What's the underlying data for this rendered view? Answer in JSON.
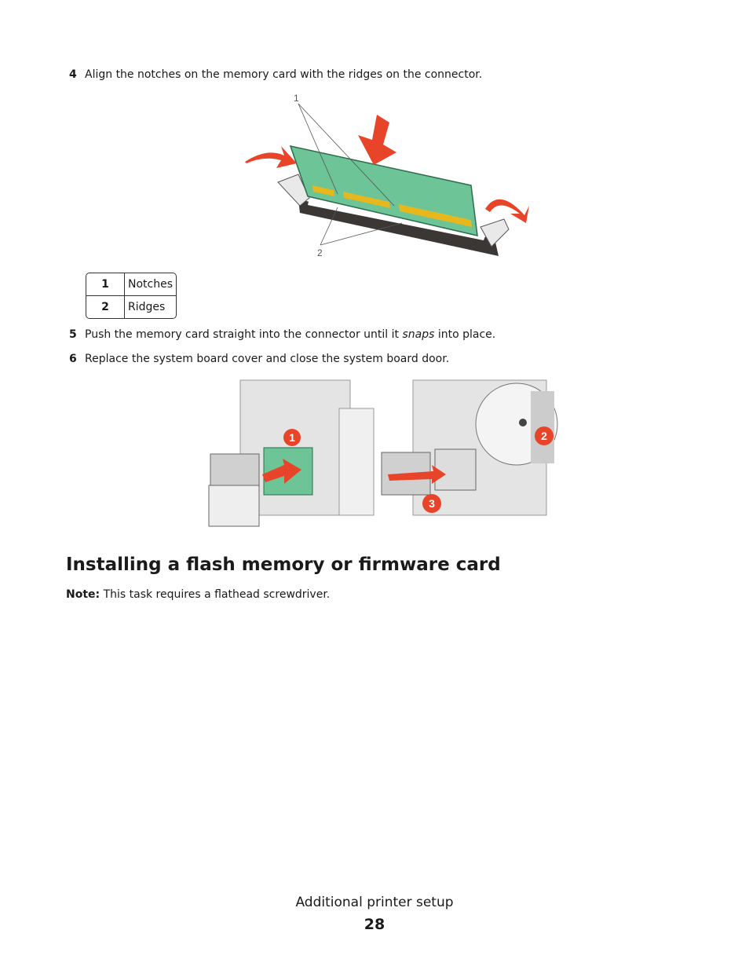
{
  "steps": {
    "step4": {
      "num": "4",
      "text": "Align the notches on the memory card with the ridges on the connector."
    },
    "step5": {
      "num": "5",
      "text_before": "Push the memory card straight into the connector until it ",
      "text_em": "snaps",
      "text_after": " into place."
    },
    "step6": {
      "num": "6",
      "text": "Replace the system board cover and close the system board door."
    }
  },
  "figure1": {
    "callout_1": "1",
    "callout_2": "2"
  },
  "callouts": [
    {
      "num": "1",
      "label": "Notches"
    },
    {
      "num": "2",
      "label": "Ridges"
    }
  ],
  "figure2": {
    "badge_1": "1",
    "badge_2": "2",
    "badge_3": "3"
  },
  "section": {
    "title": "Installing a flash memory or firmware card",
    "note_label": "Note:",
    "note_text": " This task requires a flathead screwdriver."
  },
  "footer": {
    "title": "Additional printer setup",
    "page_number": "28"
  },
  "colors": {
    "accent_red": "#e8442a",
    "board_green": "#6cc497",
    "contact_gold": "#e6b81e"
  }
}
